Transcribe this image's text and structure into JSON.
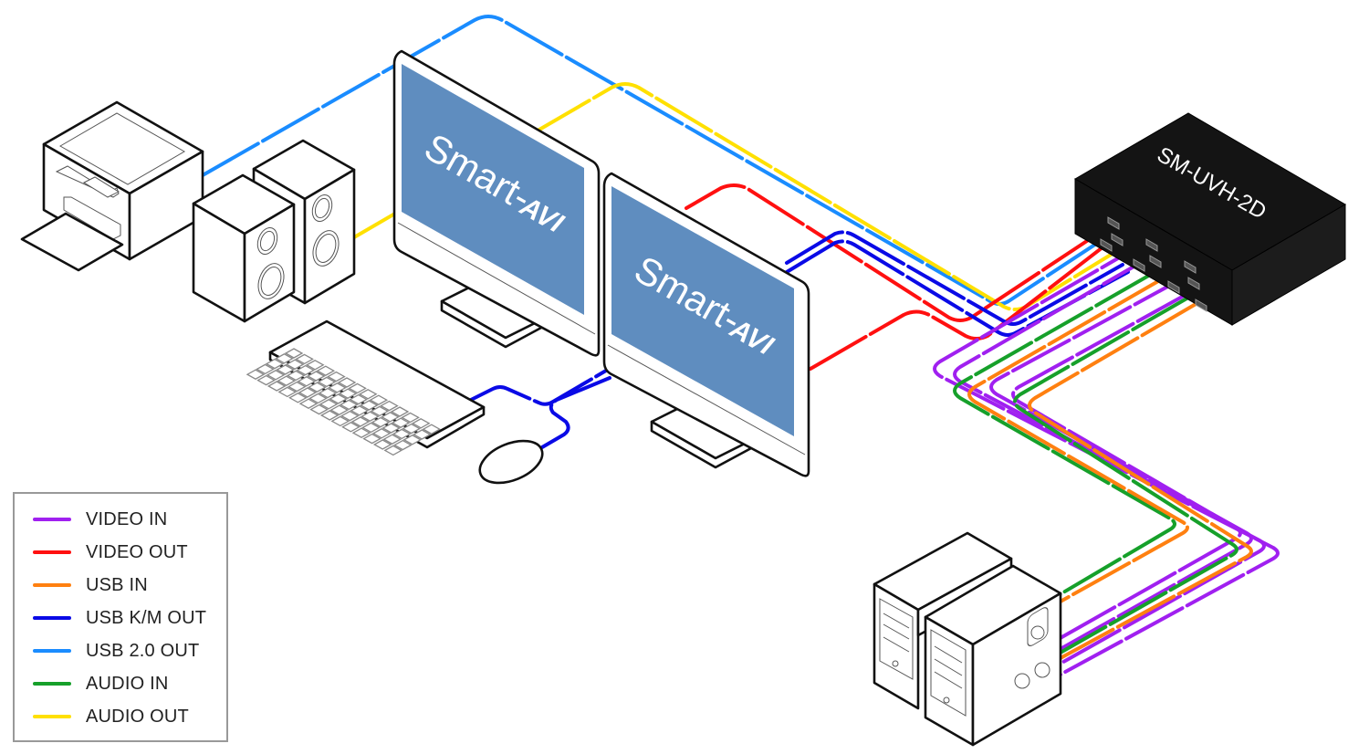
{
  "device": {
    "model_label": "SM-UVH-2D",
    "body_color": "#141414",
    "label_color": "#ffffff"
  },
  "monitors": [
    {
      "name": "monitor-1",
      "screen_brand": "Smart-",
      "screen_logo": "AVI",
      "screen_color": "#5f8dbf"
    },
    {
      "name": "monitor-2",
      "screen_brand": "Smart-",
      "screen_logo": "AVI",
      "screen_color": "#5f8dbf"
    }
  ],
  "peripherals": [
    "printer",
    "speakers",
    "keyboard",
    "mouse",
    "computers"
  ],
  "cable_colors": {
    "video_in": "#a020f0",
    "video_out": "#ff1010",
    "usb_in": "#ff8010",
    "usb_km_out": "#0a0ae6",
    "usb20_out": "#1a8cff",
    "audio_in": "#16a02a",
    "audio_out": "#ffe000"
  },
  "legend": {
    "items": [
      {
        "label": "VIDEO IN",
        "color": "#a020f0"
      },
      {
        "label": "VIDEO OUT",
        "color": "#ff1010"
      },
      {
        "label": "USB IN",
        "color": "#ff8010"
      },
      {
        "label": "USB K/M OUT",
        "color": "#0a0ae6"
      },
      {
        "label": "USB 2.0 OUT",
        "color": "#1a8cff"
      },
      {
        "label": "AUDIO IN",
        "color": "#16a02a"
      },
      {
        "label": "AUDIO OUT",
        "color": "#ffe000"
      }
    ]
  }
}
